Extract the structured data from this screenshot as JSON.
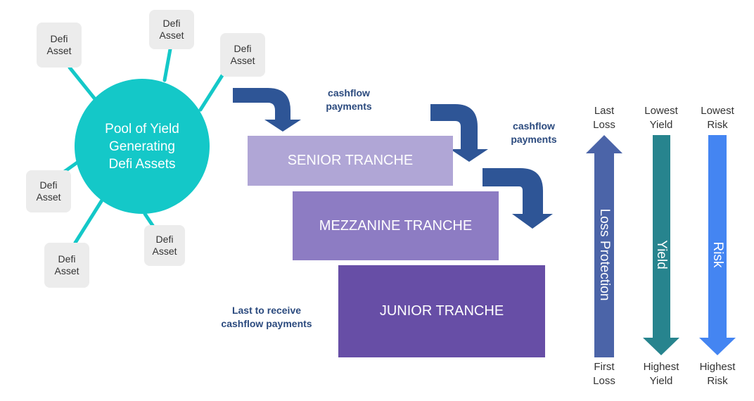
{
  "pool": {
    "lines": [
      "Pool of Yield",
      "Generating",
      "Defi Assets"
    ]
  },
  "assets": [
    {
      "line1": "Defi",
      "line2": "Asset"
    },
    {
      "line1": "Defi",
      "line2": "Asset"
    },
    {
      "line1": "Defi",
      "line2": "Asset"
    },
    {
      "line1": "Defi",
      "line2": "Asset"
    },
    {
      "line1": "Defi",
      "line2": "Asset"
    },
    {
      "line1": "Defi",
      "line2": "Asset"
    }
  ],
  "notes": {
    "cashflow_1": [
      "cashflow",
      "payments"
    ],
    "cashflow_2": [
      "cashflow",
      "payments"
    ],
    "last_receive": [
      "Last to receive",
      "cashflow payments"
    ]
  },
  "tranches": {
    "senior": "SENIOR TRANCHE",
    "mezzanine": "MEZZANINE TRANCHE",
    "junior": "JUNIOR TRANCHE"
  },
  "scales": {
    "loss": {
      "top": [
        "Last",
        "Loss"
      ],
      "bottom": [
        "First",
        "Loss"
      ],
      "label": "Loss Protection"
    },
    "yield": {
      "top": [
        "Lowest",
        "Yield"
      ],
      "bottom": [
        "Highest",
        "Yield"
      ],
      "label": "Yield"
    },
    "risk": {
      "top": [
        "Lowest",
        "Risk"
      ],
      "bottom": [
        "Highest",
        "Risk"
      ],
      "label": "Risk"
    }
  },
  "colors": {
    "pool": "#14c8c8",
    "flow_arrow": "#2e5596",
    "senior": "#b0a6d6",
    "mezzanine": "#8d7cc3",
    "junior": "#674ea6",
    "loss_arrow": "#4b64a8",
    "yield_arrow": "#27848e",
    "risk_arrow": "#4485f2"
  }
}
